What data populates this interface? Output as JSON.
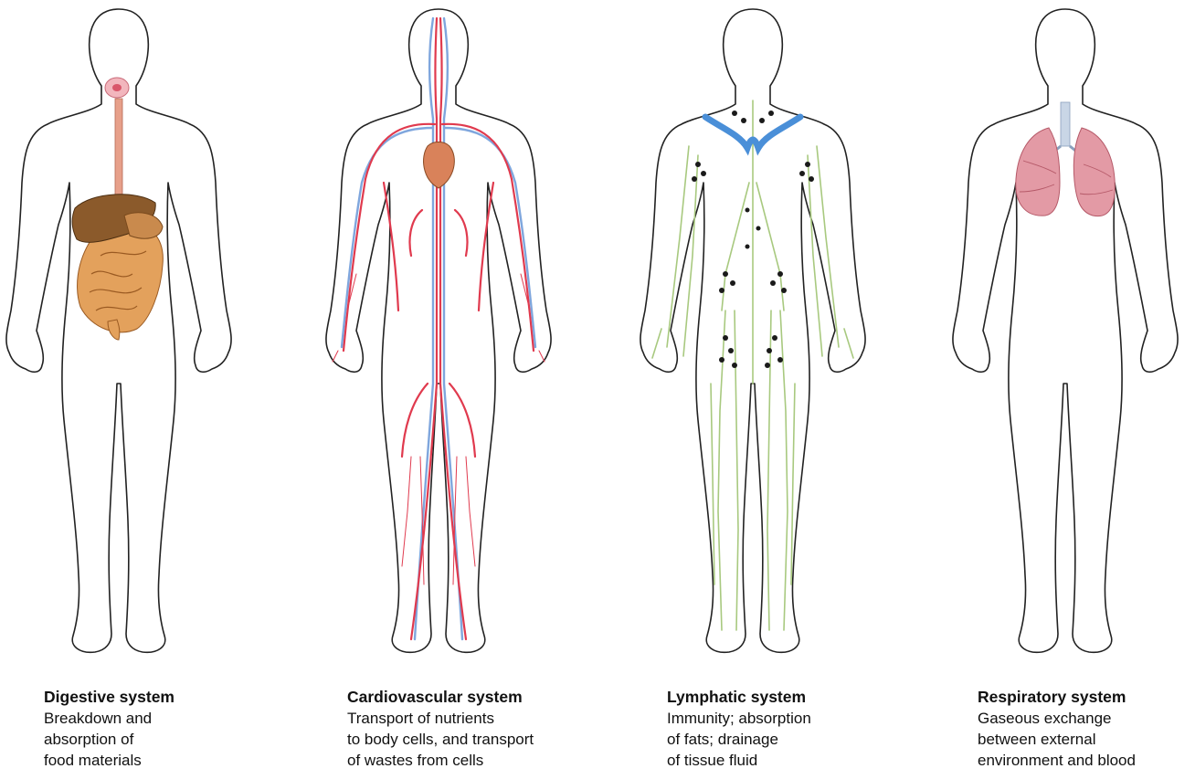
{
  "systems": [
    {
      "title": "Digestive system",
      "description": [
        "Breakdown and",
        "absorption of",
        "food materials"
      ],
      "icon": "digestive-organs-figure",
      "colors": {
        "liver": "#8b5a2b",
        "intestine": "#e3a15c",
        "esophagus": "#e7a08a"
      }
    },
    {
      "title": "Cardiovascular system",
      "description": [
        "Transport of nutrients",
        "to body cells, and transport",
        "of wastes from cells"
      ],
      "icon": "blood-vessels-figure",
      "colors": {
        "artery": "#e03a4e",
        "vein": "#7fa6dd",
        "heart": "#d9825a"
      }
    },
    {
      "title": "Lymphatic system",
      "description": [
        "Immunity; absorption",
        "of fats; drainage",
        "of tissue fluid"
      ],
      "icon": "lymph-vessels-figure",
      "colors": {
        "vessel": "#a8c97f",
        "node": "#1a1a1a",
        "duct": "#4a8fd8"
      }
    },
    {
      "title": "Respiratory system",
      "description": [
        "Gaseous exchange",
        "between external",
        "environment and blood"
      ],
      "icon": "lungs-figure",
      "colors": {
        "lung": "#e39aa5",
        "trachea": "#c9d6e6"
      }
    }
  ]
}
